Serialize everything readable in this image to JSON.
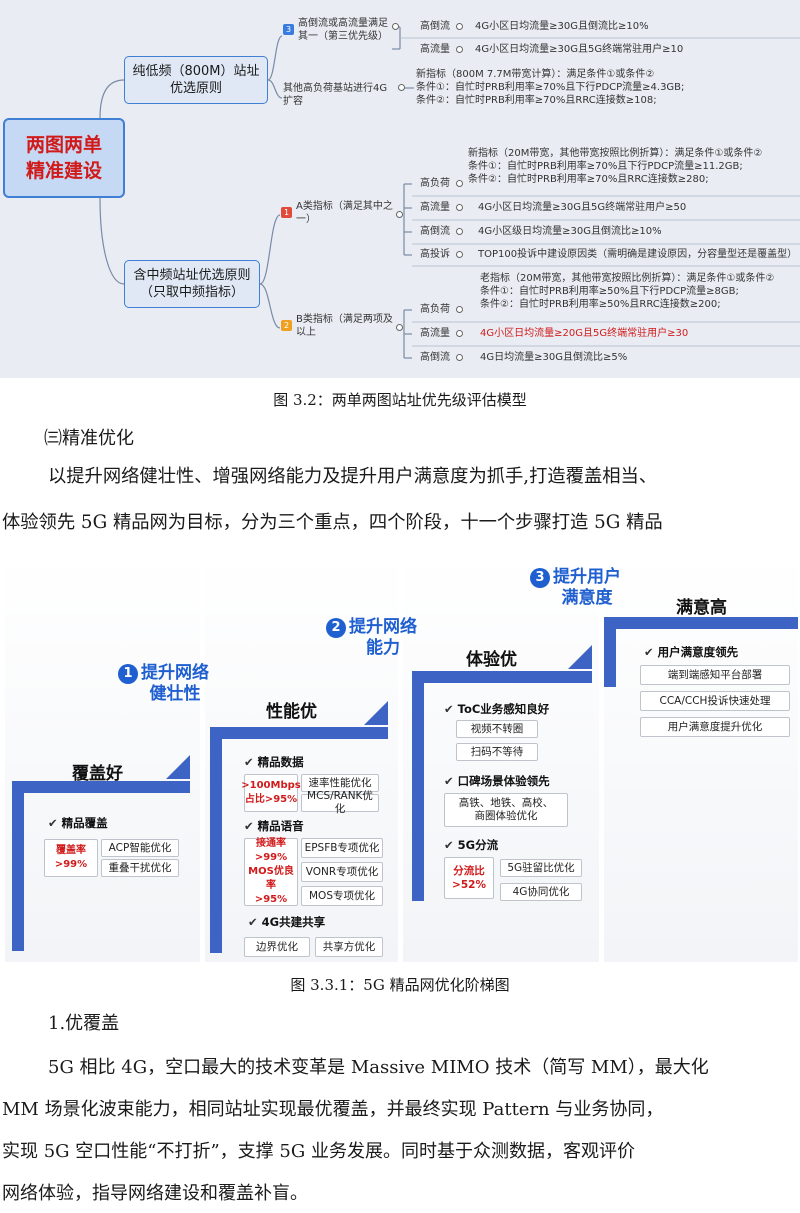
{
  "mindmap": {
    "root": "两图两单\n精准建设",
    "branch1": {
      "title": "纯低频（800M）站址\n优选原则",
      "sub1": {
        "badge": "3",
        "label": "高倒流或高流量满足\n其一（第三优先级）",
        "rows": [
          {
            "key": "高倒流",
            "value": "4G小区日均流量≥30G且倒流比≥10%"
          },
          {
            "key": "高流量",
            "value": "4G小区日均流量≥30G且5G终端常驻用户≥10"
          }
        ]
      },
      "sub2": {
        "label": "其他高负荷基站进行4G\n扩容",
        "value": "新指标（800M 7.7M带宽计算）：满足条件①或条件②\n条件①：自忙时PRB利用率≥70%且下行PDCP流量≥4.3GB;\n条件②：自忙时PRB利用率≥70%且RRC连接数≥108;"
      }
    },
    "branch2": {
      "title": "含中频站址优选原则\n（只取中频指标）",
      "subA": {
        "badge": "1",
        "label": "A类指标（满足其中之\n一）",
        "rows": [
          {
            "key": "高负荷",
            "value": "新指标（20M带宽，其他带宽按照比例折算）：满足条件①或条件②\n条件①：自忙时PRB利用率≥70%且下行PDCP流量≥11.2GB;\n条件②：自忙时PRB利用率≥70%且RRC连接数≥280;"
          },
          {
            "key": "高流量",
            "value": "4G小区日均流量≥30G且5G终端常驻用户≥50"
          },
          {
            "key": "高倒流",
            "value": "4G小区级日均流量≥30G且倒流比≥10%"
          },
          {
            "key": "高投诉",
            "value": "TOP100投诉中建设原因类（需明确是建设原因，分容量型还是覆盖型）"
          }
        ]
      },
      "subB": {
        "badge": "2",
        "label": "B类指标（满足两项及\n以上",
        "rows": [
          {
            "key": "高负荷",
            "value": "老指标（20M带宽，其他带宽按照比例折算）：满足条件①或条件②\n条件①：自忙时PRB利用率≥50%且下行PDCP流量≥8GB;\n条件②：自忙时PRB利用率≥50%且RRC连接数≥200;"
          },
          {
            "key": "高流量",
            "value": "4G小区日均流量≥20G且5G终端常驻用户≥30"
          },
          {
            "key": "高倒流",
            "value": "4G日均流量≥30G且倒流比≥5%"
          }
        ]
      }
    }
  },
  "caption1": "图 3.2：两单两图站址优先级评估模型",
  "section_heading": "㈢精准优化",
  "para1": [
    "以提升网络健壮性、增强网络能力及提升用户满意度为抓手,打造覆盖相当、",
    "体验领先 5G 精品网为目标，分为三个重点，四个阶段，十一个步骤打造 5G 精品"
  ],
  "stairs": {
    "goals": [
      {
        "num": "1",
        "text": "提升网络\n健壮性"
      },
      {
        "num": "2",
        "text": "提升网络\n能力"
      },
      {
        "num": "3",
        "text": "提升用户\n满意度"
      }
    ],
    "steps": [
      {
        "title": "覆盖好",
        "groups": [
          {
            "head": "精品覆盖",
            "red": "覆盖率\n>99%",
            "items": [
              "ACP智能优化",
              "重叠干扰优化"
            ]
          }
        ]
      },
      {
        "title": "性能优",
        "groups": [
          {
            "head": "精品数据",
            "red": ">100Mbps\n占比>95%",
            "items": [
              "速率性能优化",
              "MCS/RANK优化"
            ]
          },
          {
            "head": "精品语音",
            "red": "接通率\n>99%\nMOS优良率\n>95%",
            "items": [
              "EPSFB专项优化",
              "VONR专项优化",
              "MOS专项优化"
            ]
          },
          {
            "head": "4G共建共享",
            "items": [
              "边界优化",
              "共享方优化"
            ]
          }
        ]
      },
      {
        "title": "体验优",
        "groups": [
          {
            "head": "ToC业务感知良好",
            "items": [
              "视频不转圈",
              "扫码不等待"
            ]
          },
          {
            "head": "口碑场景体验领先",
            "items": [
              "高铁、地铁、高校、\n商圈体验优化"
            ]
          },
          {
            "head": "5G分流",
            "red": "分流比\n>52%",
            "items": [
              "5G驻留比优化",
              "4G协同优化"
            ]
          }
        ]
      },
      {
        "title": "满意高",
        "groups": [
          {
            "head": "用户满意度领先",
            "items": [
              "端到端感知平台部署",
              "CCA/CCH投诉快速处理",
              "用户满意度提升优化"
            ]
          }
        ]
      }
    ]
  },
  "caption2": "图 3.3.1：5G 精品网优化阶梯图",
  "section2_heading": "1.优覆盖",
  "para2": [
    "5G 相比 4G，空口最大的技术变革是 Massive MIMO 技术（简写 MM），最大化",
    "MM 场景化波束能力，相同站址实现最优覆盖，并最终实现 Pattern 与业务协同，",
    "实现 5G 空口性能“不打折”，支撑 5G 业务发展。同时基于众测数据，客观评价",
    "网络体验，指导网络建设和覆盖补盲。"
  ],
  "colors": {
    "accent_blue": "#3d64c5",
    "goal_blue": "#1f5fd0",
    "highlight_red": "#d11a1a",
    "badge_blue": "#3a7be0",
    "badge_red": "#e04a3a",
    "badge_orange": "#f0a020"
  }
}
